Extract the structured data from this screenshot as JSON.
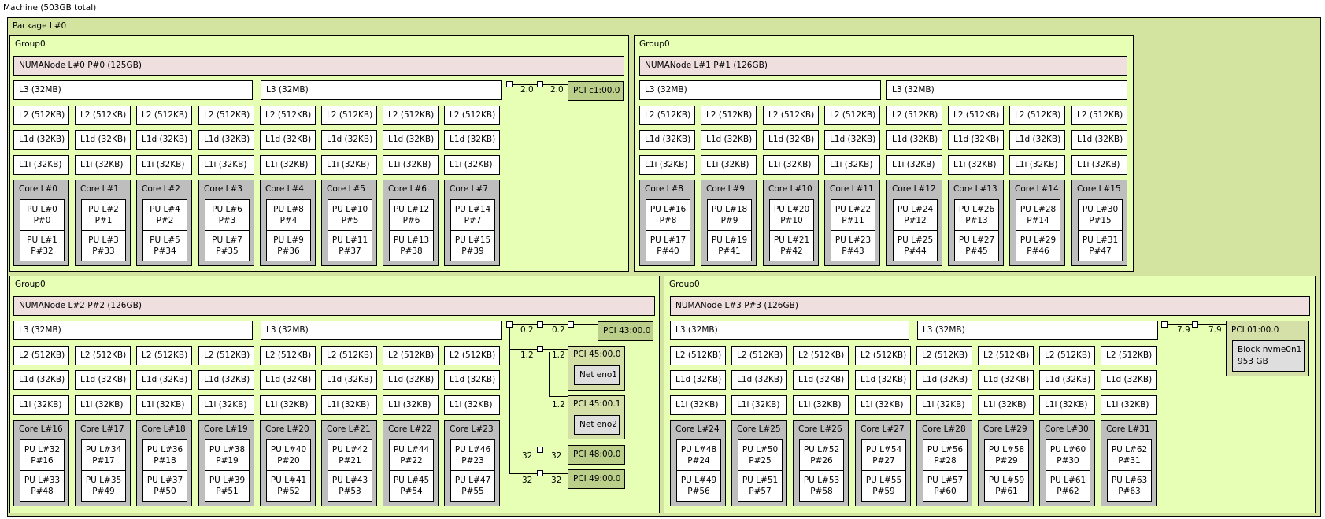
{
  "machine": {
    "title": "Machine (503GB total)"
  },
  "package": {
    "title": "Package L#0"
  },
  "groups": [
    {
      "title": "Group0",
      "numa": "NUMANode L#0 P#0 (125GB)",
      "l3": [
        "L3 (32MB)",
        "L3 (32MB)"
      ],
      "l2": "L2 (512KB)",
      "l1d": "L1d (32KB)",
      "l1i": "L1i (32KB)",
      "cores": [
        {
          "label": "Core L#0",
          "pu": [
            [
              "PU L#0",
              "P#0"
            ],
            [
              "PU L#1",
              "P#32"
            ]
          ]
        },
        {
          "label": "Core L#1",
          "pu": [
            [
              "PU L#2",
              "P#1"
            ],
            [
              "PU L#3",
              "P#33"
            ]
          ]
        },
        {
          "label": "Core L#2",
          "pu": [
            [
              "PU L#4",
              "P#2"
            ],
            [
              "PU L#5",
              "P#34"
            ]
          ]
        },
        {
          "label": "Core L#3",
          "pu": [
            [
              "PU L#6",
              "P#3"
            ],
            [
              "PU L#7",
              "P#35"
            ]
          ]
        },
        {
          "label": "Core L#4",
          "pu": [
            [
              "PU L#8",
              "P#4"
            ],
            [
              "PU L#9",
              "P#36"
            ]
          ]
        },
        {
          "label": "Core L#5",
          "pu": [
            [
              "PU L#10",
              "P#5"
            ],
            [
              "PU L#11",
              "P#37"
            ]
          ]
        },
        {
          "label": "Core L#6",
          "pu": [
            [
              "PU L#12",
              "P#6"
            ],
            [
              "PU L#13",
              "P#38"
            ]
          ]
        },
        {
          "label": "Core L#7",
          "pu": [
            [
              "PU L#14",
              "P#7"
            ],
            [
              "PU L#15",
              "P#39"
            ]
          ]
        }
      ]
    },
    {
      "title": "Group0",
      "numa": "NUMANode L#1 P#1 (126GB)",
      "l3": [
        "L3 (32MB)",
        "L3 (32MB)"
      ],
      "l2": "L2 (512KB)",
      "l1d": "L1d (32KB)",
      "l1i": "L1i (32KB)",
      "cores": [
        {
          "label": "Core L#8",
          "pu": [
            [
              "PU L#16",
              "P#8"
            ],
            [
              "PU L#17",
              "P#40"
            ]
          ]
        },
        {
          "label": "Core L#9",
          "pu": [
            [
              "PU L#18",
              "P#9"
            ],
            [
              "PU L#19",
              "P#41"
            ]
          ]
        },
        {
          "label": "Core L#10",
          "pu": [
            [
              "PU L#20",
              "P#10"
            ],
            [
              "PU L#21",
              "P#42"
            ]
          ]
        },
        {
          "label": "Core L#11",
          "pu": [
            [
              "PU L#22",
              "P#11"
            ],
            [
              "PU L#23",
              "P#43"
            ]
          ]
        },
        {
          "label": "Core L#12",
          "pu": [
            [
              "PU L#24",
              "P#12"
            ],
            [
              "PU L#25",
              "P#44"
            ]
          ]
        },
        {
          "label": "Core L#13",
          "pu": [
            [
              "PU L#26",
              "P#13"
            ],
            [
              "PU L#27",
              "P#45"
            ]
          ]
        },
        {
          "label": "Core L#14",
          "pu": [
            [
              "PU L#28",
              "P#14"
            ],
            [
              "PU L#29",
              "P#46"
            ]
          ]
        },
        {
          "label": "Core L#15",
          "pu": [
            [
              "PU L#30",
              "P#15"
            ],
            [
              "PU L#31",
              "P#47"
            ]
          ]
        }
      ]
    },
    {
      "title": "Group0",
      "numa": "NUMANode L#2 P#2 (126GB)",
      "l3": [
        "L3 (32MB)",
        "L3 (32MB)"
      ],
      "l2": "L2 (512KB)",
      "l1d": "L1d (32KB)",
      "l1i": "L1i (32KB)",
      "cores": [
        {
          "label": "Core L#16",
          "pu": [
            [
              "PU L#32",
              "P#16"
            ],
            [
              "PU L#33",
              "P#48"
            ]
          ]
        },
        {
          "label": "Core L#17",
          "pu": [
            [
              "PU L#34",
              "P#17"
            ],
            [
              "PU L#35",
              "P#49"
            ]
          ]
        },
        {
          "label": "Core L#18",
          "pu": [
            [
              "PU L#36",
              "P#18"
            ],
            [
              "PU L#37",
              "P#50"
            ]
          ]
        },
        {
          "label": "Core L#19",
          "pu": [
            [
              "PU L#38",
              "P#19"
            ],
            [
              "PU L#39",
              "P#51"
            ]
          ]
        },
        {
          "label": "Core L#20",
          "pu": [
            [
              "PU L#40",
              "P#20"
            ],
            [
              "PU L#41",
              "P#52"
            ]
          ]
        },
        {
          "label": "Core L#21",
          "pu": [
            [
              "PU L#42",
              "P#21"
            ],
            [
              "PU L#43",
              "P#53"
            ]
          ]
        },
        {
          "label": "Core L#22",
          "pu": [
            [
              "PU L#44",
              "P#22"
            ],
            [
              "PU L#45",
              "P#54"
            ]
          ]
        },
        {
          "label": "Core L#23",
          "pu": [
            [
              "PU L#46",
              "P#23"
            ],
            [
              "PU L#47",
              "P#55"
            ]
          ]
        }
      ]
    },
    {
      "title": "Group0",
      "numa": "NUMANode L#3 P#3 (126GB)",
      "l3": [
        "L3 (32MB)",
        "L3 (32MB)"
      ],
      "l2": "L2 (512KB)",
      "l1d": "L1d (32KB)",
      "l1i": "L1i (32KB)",
      "cores": [
        {
          "label": "Core L#24",
          "pu": [
            [
              "PU L#48",
              "P#24"
            ],
            [
              "PU L#49",
              "P#56"
            ]
          ]
        },
        {
          "label": "Core L#25",
          "pu": [
            [
              "PU L#50",
              "P#25"
            ],
            [
              "PU L#51",
              "P#57"
            ]
          ]
        },
        {
          "label": "Core L#26",
          "pu": [
            [
              "PU L#52",
              "P#26"
            ],
            [
              "PU L#53",
              "P#58"
            ]
          ]
        },
        {
          "label": "Core L#27",
          "pu": [
            [
              "PU L#54",
              "P#27"
            ],
            [
              "PU L#55",
              "P#59"
            ]
          ]
        },
        {
          "label": "Core L#28",
          "pu": [
            [
              "PU L#56",
              "P#28"
            ],
            [
              "PU L#57",
              "P#60"
            ]
          ]
        },
        {
          "label": "Core L#29",
          "pu": [
            [
              "PU L#58",
              "P#29"
            ],
            [
              "PU L#59",
              "P#61"
            ]
          ]
        },
        {
          "label": "Core L#30",
          "pu": [
            [
              "PU L#60",
              "P#30"
            ],
            [
              "PU L#61",
              "P#62"
            ]
          ]
        },
        {
          "label": "Core L#31",
          "pu": [
            [
              "PU L#62",
              "P#31"
            ],
            [
              "PU L#63",
              "P#63"
            ]
          ]
        }
      ]
    }
  ],
  "io": {
    "g0": {
      "bw_left": "2.0",
      "bw_right": "2.0",
      "pci": "PCI c1:00.0"
    },
    "g2": {
      "bw_top_left": "0.2",
      "bw_top_right": "0.2",
      "pci_top": "PCI 43:00.0",
      "bw_45_left": "1.2",
      "bw_45a_right": "1.2",
      "pci_45a": "PCI 45:00.0",
      "net_45a": "Net eno1",
      "bw_45b_right": "1.2",
      "pci_45b": "PCI 45:00.1",
      "net_45b": "Net eno2",
      "bw_48_left": "32",
      "bw_48_right": "32",
      "pci_48": "PCI 48:00.0",
      "bw_49_left": "32",
      "bw_49_right": "32",
      "pci_49": "PCI 49:00.0"
    },
    "g3": {
      "bw_left": "7.9",
      "bw_right": "7.9",
      "pci": "PCI 01:00.0",
      "block_name": "Block nvme0n1",
      "block_size": "953 GB"
    }
  },
  "colors": {
    "package": "#d2e4a0",
    "group": "#e7ffb5",
    "numa": "#efdfde",
    "cache": "#ffffff",
    "core": "#bebebe",
    "pu": "#ffffff",
    "pci": "#d5e0a9",
    "osdev": "#dedede"
  }
}
